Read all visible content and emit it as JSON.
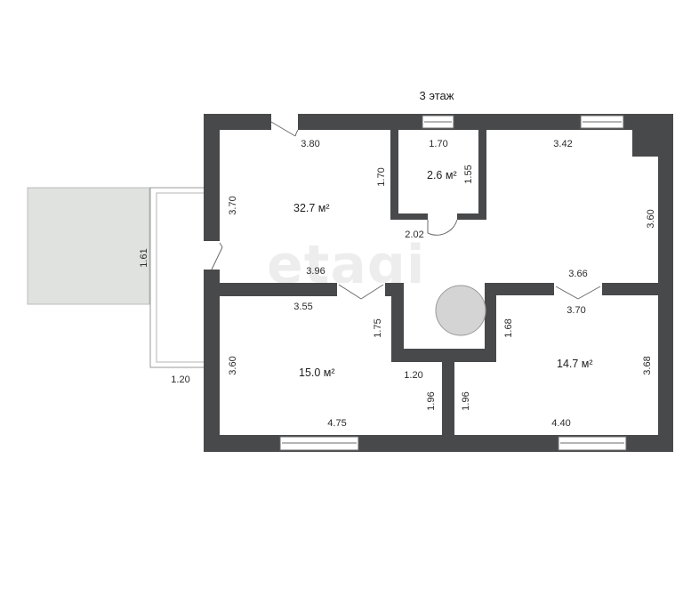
{
  "floor_label": "3 этаж",
  "watermark": "etagi",
  "rooms": [
    {
      "id": "living",
      "area": "32.7 м²"
    },
    {
      "id": "bathroom",
      "area": "2.6 м²"
    },
    {
      "id": "bedroom-left",
      "area": "15.0 м²"
    },
    {
      "id": "bedroom-right",
      "area": "14.7 м²"
    }
  ],
  "dimensions": {
    "living_top": "3.80",
    "living_left": "3.70",
    "living_right_of_bath": "1.70",
    "living_bottom": "3.96",
    "bath_top": "1.70",
    "bath_right": "1.55",
    "bath_door_width": "2.02",
    "right_room_top": "3.42",
    "right_room_right": "3.60",
    "right_room_bottom": "3.66",
    "balcony_length": "1.61",
    "balcony_width": "1.20",
    "bedroom_left_top": "3.55",
    "bedroom_left_left": "3.60",
    "bedroom_left_bottom": "4.75",
    "hall_left_height": "1.75",
    "hall_bottom_width": "1.20",
    "bedroom_left_right_lower": "1.96",
    "hall_right_height": "1.68",
    "bedroom_right_top": "3.70",
    "bedroom_right_left": "1.96",
    "bedroom_right_right": "3.68",
    "bedroom_right_bottom": "4.40"
  }
}
